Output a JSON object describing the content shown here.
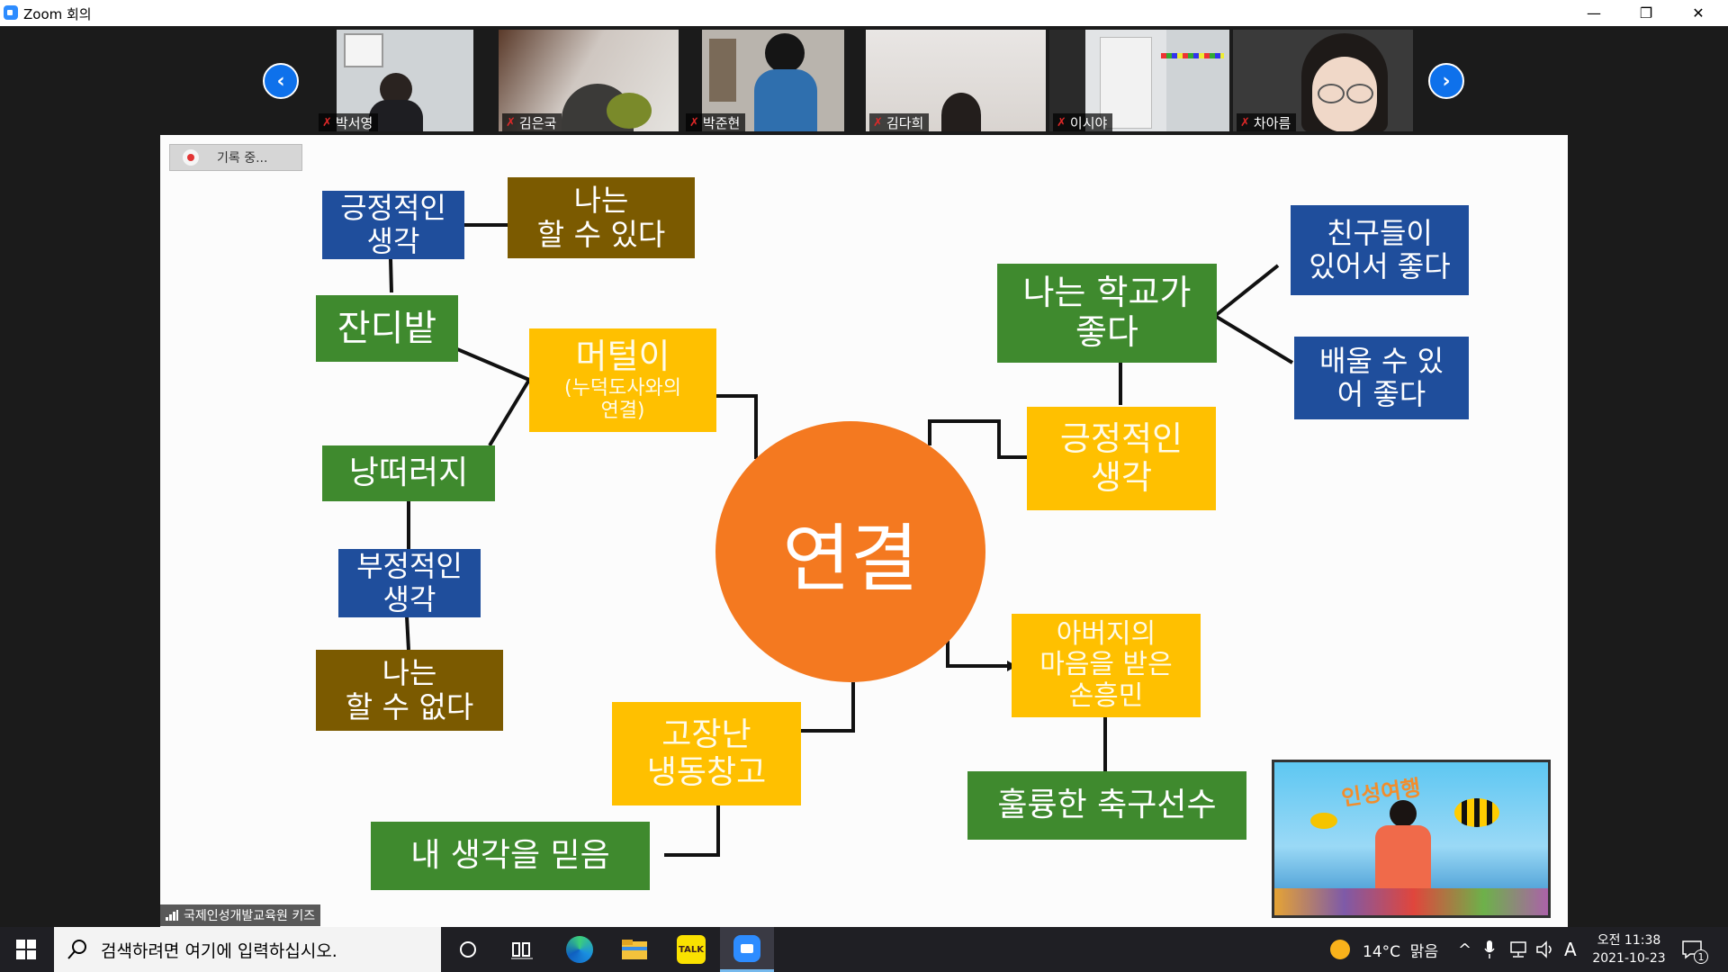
{
  "window": {
    "title": "Zoom 회의",
    "controls": [
      "—",
      "❐",
      "✕"
    ]
  },
  "filmstrip": {
    "prev_icon": "‹",
    "next_icon": "›",
    "participants": [
      {
        "name": "박서영"
      },
      {
        "name": "김은국"
      },
      {
        "name": "박준현"
      },
      {
        "name": "김다희"
      },
      {
        "name": "이시야"
      },
      {
        "name": "차아름"
      }
    ]
  },
  "recording": {
    "label": "기록 중..."
  },
  "mindmap": {
    "center": "연결",
    "nodes": {
      "positive_thought_left": "긍정적인\n생각",
      "i_can": "나는\n할 수 있다",
      "grass_field": "잔디밭",
      "muddy": "머털이",
      "muddy_sub": "(누덕도사와의\n연결)",
      "cliff": "낭떠러지",
      "negative_thought": "부정적인\n생각",
      "i_cannot": "나는\n할 수 없다",
      "broken_fridge": "고장난\n냉동창고",
      "believe": "내 생각을 믿음",
      "school": "나는 학교가\n좋다",
      "friends": "친구들이\n있어서 좋다",
      "learning": "배울 수 있\n어 좋다",
      "positive_thought_right": "긍정적인\n생각",
      "son": "아버지의\n마음을 받은\n손흥민",
      "soccer": "훌륭한 축구선수"
    }
  },
  "channel_label": "국제인성개발교육원 키즈",
  "pip_caption": "인성여행",
  "taskbar": {
    "search_placeholder": "검색하려면 여기에 입력하십시오.",
    "weather": "14°C  맑음",
    "ime": "A",
    "time": "오전 11:38",
    "date": "2021-10-23",
    "notification_count": "1",
    "kakao_label": "TALK"
  },
  "colors": {
    "zoom_blue": "#0e71eb",
    "node_blue": "#1f4e9c",
    "node_green": "#3f8a2e",
    "node_brown": "#7b5a00",
    "node_yellow": "#ffc000",
    "center_orange": "#f47920"
  }
}
